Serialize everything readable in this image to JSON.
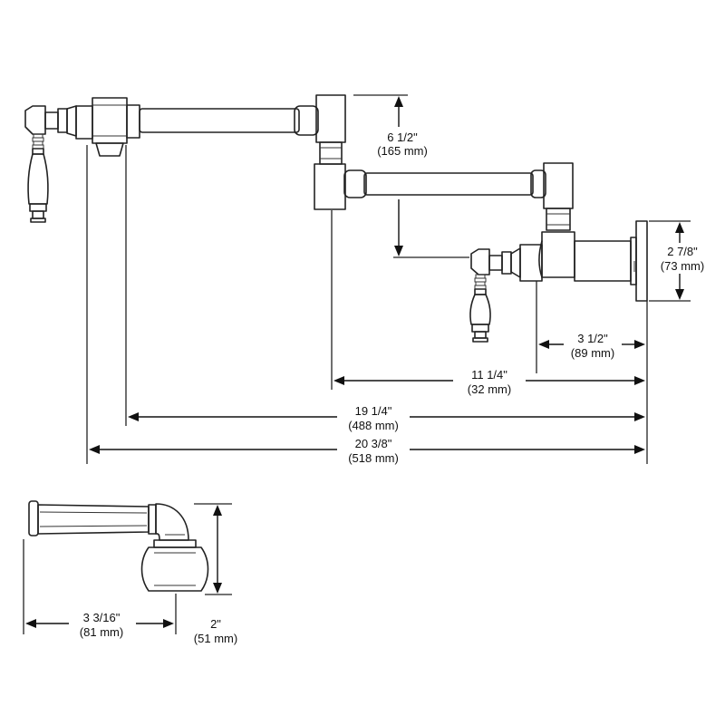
{
  "dimensions": [
    {
      "id": "riser-height",
      "imperial": "6 1/2\"",
      "metric": "(165 mm)"
    },
    {
      "id": "flange-height",
      "imperial": "2 7/8\"",
      "metric": "(73 mm)"
    },
    {
      "id": "wall-to-valve",
      "imperial": "3 1/2\"",
      "metric": "(89 mm)"
    },
    {
      "id": "arm-length",
      "imperial": "11 1/4\"",
      "metric": "(32 mm)"
    },
    {
      "id": "spout-reach",
      "imperial": "19 1/4\"",
      "metric": "(488 mm)"
    },
    {
      "id": "overall-reach",
      "imperial": "20 3/8\"",
      "metric": "(518 mm)"
    },
    {
      "id": "handle-length",
      "imperial": "3 3/16\"",
      "metric": "(81 mm)"
    },
    {
      "id": "handle-height",
      "imperial": "2\"",
      "metric": "(51 mm)"
    }
  ]
}
